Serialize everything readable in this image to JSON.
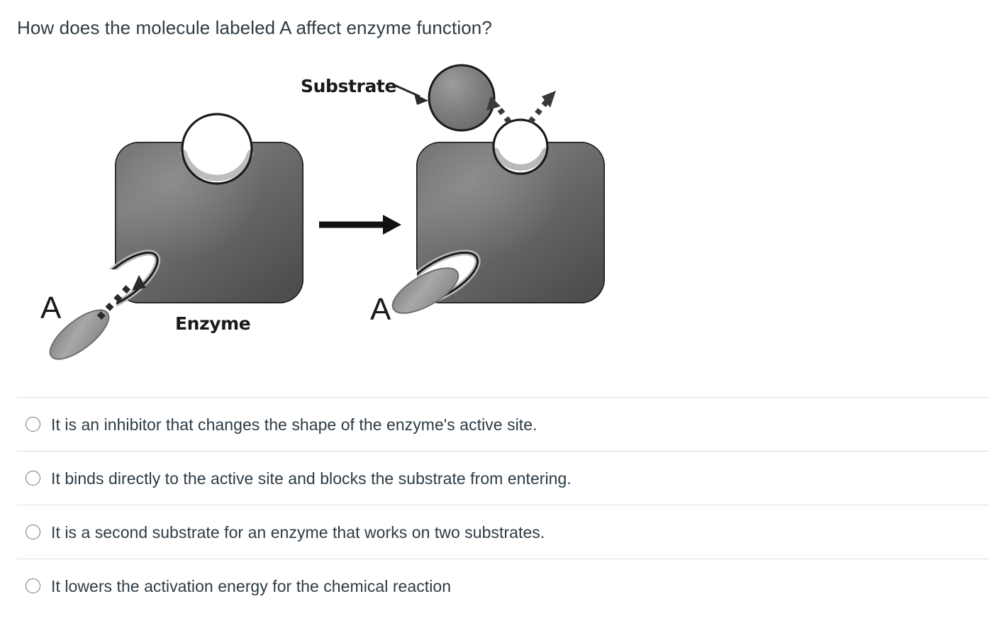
{
  "question": {
    "stem": "How does the molecule labeled A affect enzyme function?"
  },
  "figure": {
    "alt": "Allosteric inhibition diagram: inhibitor A binds a site away from the active site, changing the enzyme's shape so the substrate cannot bind.",
    "labels": {
      "substrate": "Substrate",
      "enzyme": "Enzyme",
      "molecule_a_left": "A",
      "molecule_a_right": "A"
    },
    "icons": {
      "reaction_arrow": "right-arrow-icon",
      "substrate_pointer": "callout-arrow-icon",
      "binding_arrow_left": "dashed-arrow-icon",
      "rejection_arrow_left": "dashed-arrow-icon",
      "rejection_arrow_right": "dashed-arrow-icon"
    },
    "colors": {
      "enzyme_dark": "#5a5a5a",
      "enzyme_light": "#8e8e8e",
      "enzyme_outline": "#1a1a1a",
      "substrate_fill": "#7e7e7e",
      "inhibitor_fill": "#8c8c8c",
      "arrow": "#111111"
    }
  },
  "answers": {
    "options": [
      {
        "id": "a",
        "label": "It is an inhibitor that changes the shape of the enzyme's active site.",
        "selected": false
      },
      {
        "id": "b",
        "label": "It binds directly to the active site and blocks the substrate from entering.",
        "selected": false
      },
      {
        "id": "c",
        "label": "It is a second substrate for an enzyme that works on two substrates.",
        "selected": false
      },
      {
        "id": "d",
        "label": "It lowers the activation energy for the chemical reaction",
        "selected": false
      }
    ]
  },
  "theme": {
    "background": "#ffffff",
    "text_color": "#2d3b45",
    "divider_color": "#dddee0",
    "radio_border": "#6b7780"
  }
}
